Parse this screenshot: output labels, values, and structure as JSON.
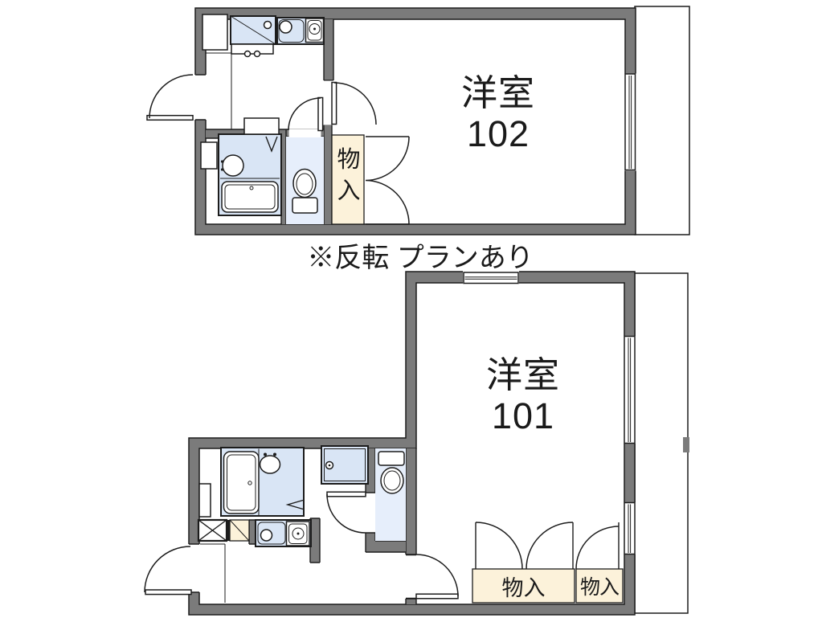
{
  "page": {
    "type": "floorplan",
    "note": "※反転 プランあり"
  },
  "units": [
    {
      "name": "102",
      "room_label": "洋室",
      "room_number": "102",
      "closet_label": "物入"
    },
    {
      "name": "101",
      "room_label": "洋室",
      "room_number": "101",
      "closet_labels": [
        "物入",
        "物入"
      ]
    }
  ],
  "colors": {
    "wall": "#7b7b7b",
    "outline": "#1c1c1c",
    "fixture": "#d9e5f5",
    "room_floor": "#e6eefb",
    "closet": "#fcf2da",
    "background": "#ffffff",
    "text": "#1a1a1a"
  }
}
